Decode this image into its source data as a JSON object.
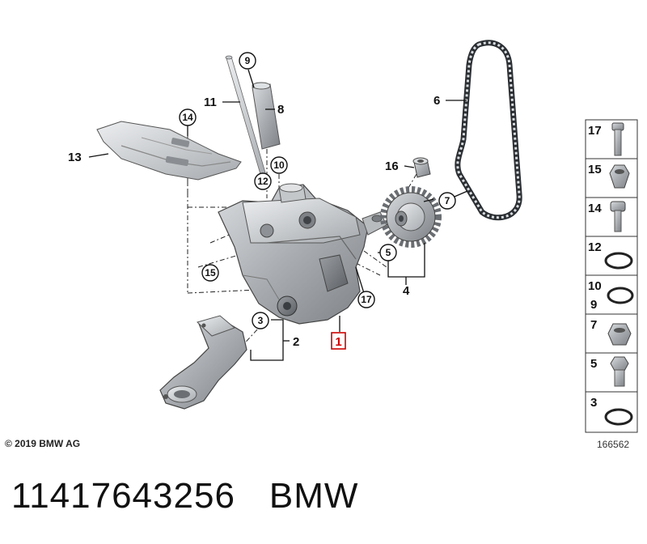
{
  "callouts": {
    "c1": "1",
    "c2": "2",
    "c3": "3",
    "c4": "4",
    "c5": "5",
    "c6": "6",
    "c7": "7",
    "c8": "8",
    "c9": "9",
    "c10": "10",
    "c11": "11",
    "c12": "12",
    "c13": "13",
    "c14": "14",
    "c15": "15",
    "c16": "16",
    "c17": "17"
  },
  "legend": {
    "items": [
      {
        "label": "17",
        "icon": "bolt-icon"
      },
      {
        "label": "15",
        "icon": "nut-icon"
      },
      {
        "label": "14",
        "icon": "socket-bolt-icon"
      },
      {
        "label": "12",
        "icon": "o-ring-icon"
      },
      {
        "label": "10",
        "label2": "9",
        "icon": "o-ring-icon"
      },
      {
        "label": "7",
        "icon": "nut-icon"
      },
      {
        "label": "5",
        "icon": "hex-bolt-icon"
      },
      {
        "label": "3",
        "icon": "o-ring-icon"
      }
    ]
  },
  "footer": {
    "copyright": "© 2019 BMW AG",
    "drawing_number": "166562",
    "part_number": "11417643256",
    "brand": "BMW"
  },
  "colors": {
    "highlight": "#cc0000",
    "part_metal": "#a9adb1",
    "line": "#111111"
  }
}
